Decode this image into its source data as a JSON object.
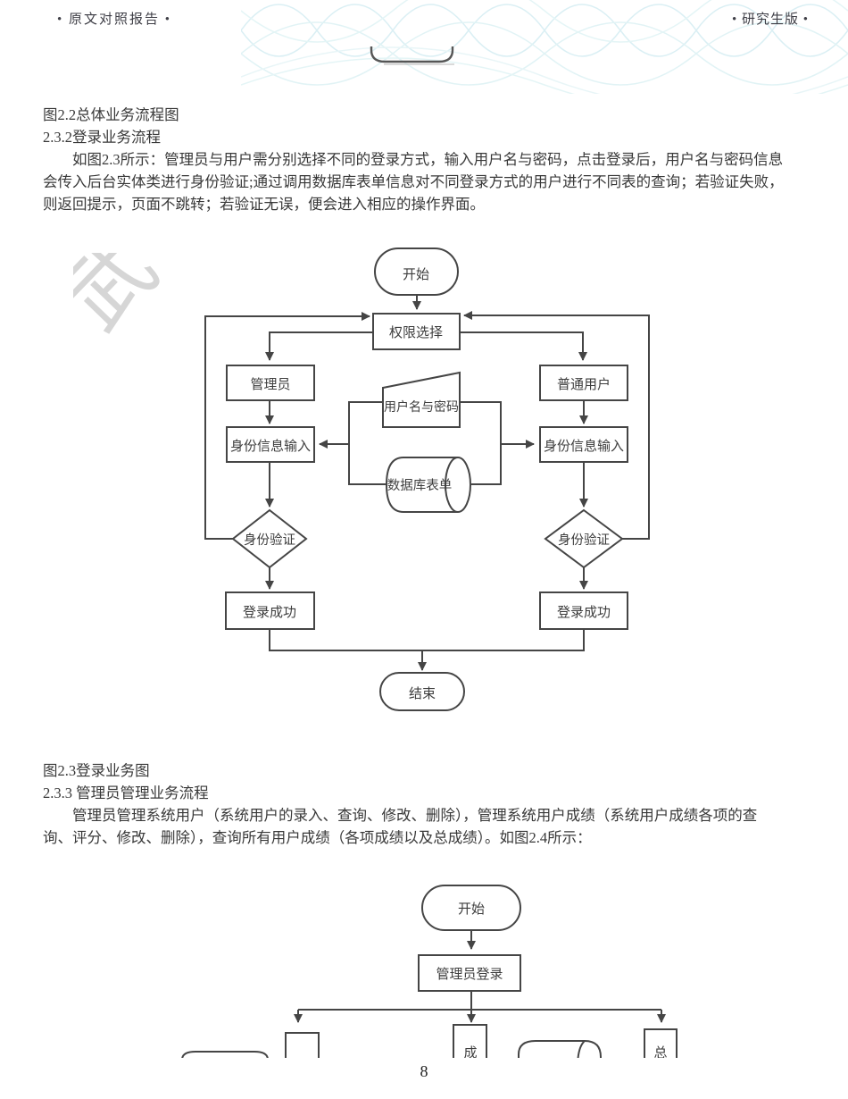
{
  "header": {
    "left": "• 原文对照报告 •",
    "right": "• 研究生版 •"
  },
  "page_number": "8",
  "watermark": {
    "char": "武"
  },
  "colors": {
    "flow_line": "#454545",
    "body_text": "#383838",
    "guilloche": "#d9eef3",
    "watermark_char": "#d6d6d6"
  },
  "captions": {
    "fig22": "图2.2总体业务流程图",
    "sec232": "2.3.2登录业务流程",
    "fig23": "图2.3登录业务图",
    "sec233": "2.3.3 管理员管理业务流程"
  },
  "paragraph1": {
    "lines": [
      "　　如图2.3所示：管理员与用户需分别选择不同的登录方式，输入用户名与密码，点击登录后，用户名与密码信息",
      "会传入后台实体类进行身份验证;通过调用数据库表单信息对不同登录方式的用户进行不同表的查询；若验证失败，",
      "则返回提示，页面不跳转；若验证无误，便会进入相应的操作界面。"
    ]
  },
  "paragraph2": {
    "lines": [
      "　　管理员管理系统用户（系统用户的录入、查询、修改、删除），管理系统用户成绩（系统用户成绩各项的查",
      "询、评分、修改、删除），查询所有用户成绩（各项成绩以及总成绩）。如图2.4所示："
    ]
  },
  "flow1": {
    "start": "开始",
    "permission": "权限选择",
    "admin": "管理员",
    "user": "普通用户",
    "input_left": "身份信息输入",
    "input_right": "身份信息输入",
    "credentials": "用户名与密码",
    "database": "数据库表单",
    "verify_left": "身份验证",
    "verify_right": "身份验证",
    "success_left": "登录成功",
    "success_right": "登录成功",
    "end": "结束"
  },
  "flow2": {
    "start": "开始",
    "admin_login": "管理员登录",
    "partial_center": "成",
    "partial_right": "总"
  }
}
